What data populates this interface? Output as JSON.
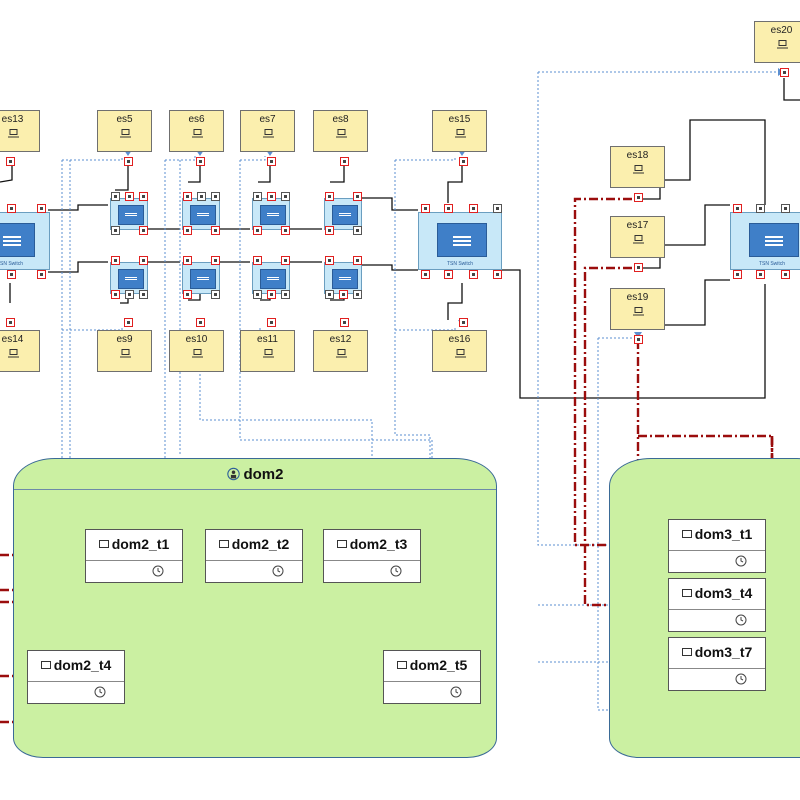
{
  "end_systems": [
    {
      "id": "es13",
      "label": "es13"
    },
    {
      "id": "es5",
      "label": "es5"
    },
    {
      "id": "es6",
      "label": "es6"
    },
    {
      "id": "es7",
      "label": "es7"
    },
    {
      "id": "es8",
      "label": "es8"
    },
    {
      "id": "es15",
      "label": "es15"
    },
    {
      "id": "es14",
      "label": "es14"
    },
    {
      "id": "es9",
      "label": "es9"
    },
    {
      "id": "es10",
      "label": "es10"
    },
    {
      "id": "es11",
      "label": "es11"
    },
    {
      "id": "es12",
      "label": "es12"
    },
    {
      "id": "es16",
      "label": "es16"
    },
    {
      "id": "es18",
      "label": "es18"
    },
    {
      "id": "es17",
      "label": "es17"
    },
    {
      "id": "es19",
      "label": "es19"
    },
    {
      "id": "es20",
      "label": "es20"
    }
  ],
  "switch_label": "TSN Switch",
  "domains": [
    {
      "id": "dom2",
      "title": "dom2",
      "tasks": [
        {
          "id": "dom2_t1",
          "label": "dom2_t1"
        },
        {
          "id": "dom2_t2",
          "label": "dom2_t2"
        },
        {
          "id": "dom2_t3",
          "label": "dom2_t3"
        },
        {
          "id": "dom2_t4",
          "label": "dom2_t4"
        },
        {
          "id": "dom2_t5",
          "label": "dom2_t5"
        }
      ]
    },
    {
      "id": "dom3",
      "title": "",
      "tasks": [
        {
          "id": "dom3_t1",
          "label": "dom3_t1"
        },
        {
          "id": "dom3_t4",
          "label": "dom3_t4"
        },
        {
          "id": "dom3_t7",
          "label": "dom3_t7"
        }
      ]
    }
  ],
  "colors": {
    "end_system_fill": "#fbefae",
    "domain_fill": "#cbf0a2",
    "switch_fill": "#c8e8f8",
    "switch_core": "#3f7fc8",
    "stream_red": "#9b0d0d",
    "mapping_blue": "#5b8fd0",
    "port_red": "#e02020"
  }
}
